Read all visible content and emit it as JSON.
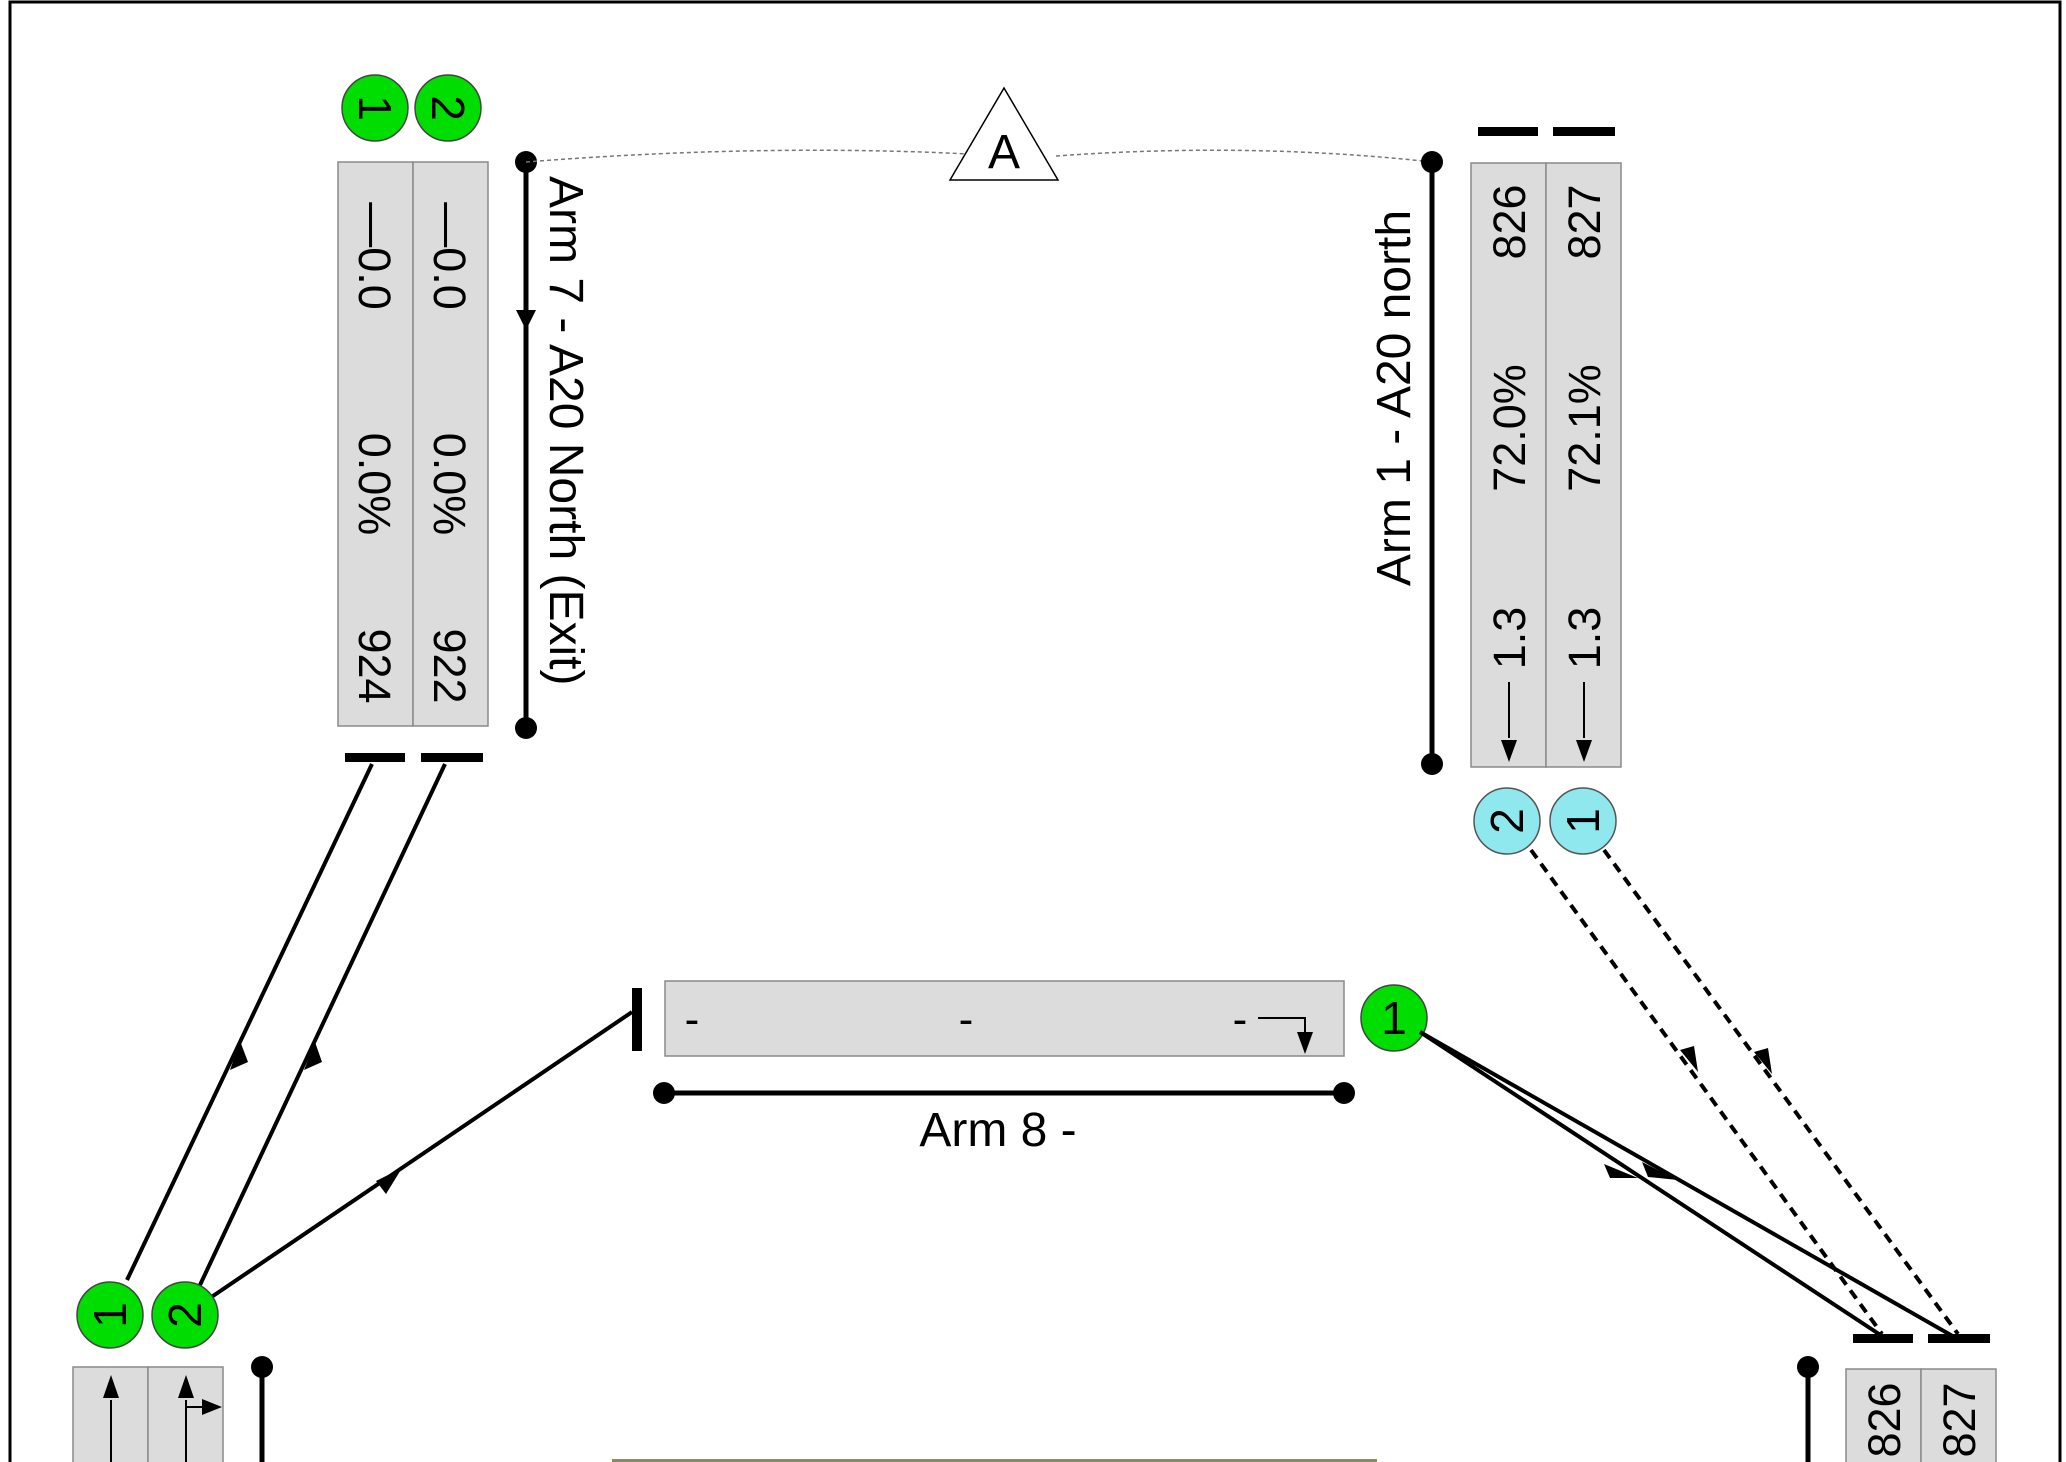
{
  "junction_marker": "A",
  "arm7": {
    "label": "Arm 7 - A20 North (Exit)",
    "lanes": [
      {
        "number": "1",
        "q": "—0.0",
        "rfc": "0.0%",
        "flow": "924",
        "signal": "green"
      },
      {
        "number": "2",
        "q": "—0.0",
        "rfc": "0.0%",
        "flow": "922",
        "signal": "green"
      }
    ]
  },
  "arm1": {
    "label": "Arm 1 - A20 north",
    "lanes": [
      {
        "number": "2",
        "flow": "826",
        "rfc": "72.0%",
        "q": "1.3",
        "signal": "cyan"
      },
      {
        "number": "1",
        "flow": "827",
        "rfc": "72.1%",
        "q": "1.3",
        "signal": "cyan"
      }
    ]
  },
  "arm8": {
    "label": "Arm 8 -",
    "cells": [
      "-",
      "-",
      "-"
    ],
    "signal_number": "1",
    "signal": "green"
  },
  "bottom_left": {
    "signals": [
      "1",
      "2"
    ]
  },
  "bottom_right": {
    "values": [
      "826",
      "827"
    ]
  },
  "colors": {
    "green": "#00dd00",
    "cyan": "#8ee8ee",
    "cell_fill": "#dcdcdc",
    "line": "#000000"
  }
}
